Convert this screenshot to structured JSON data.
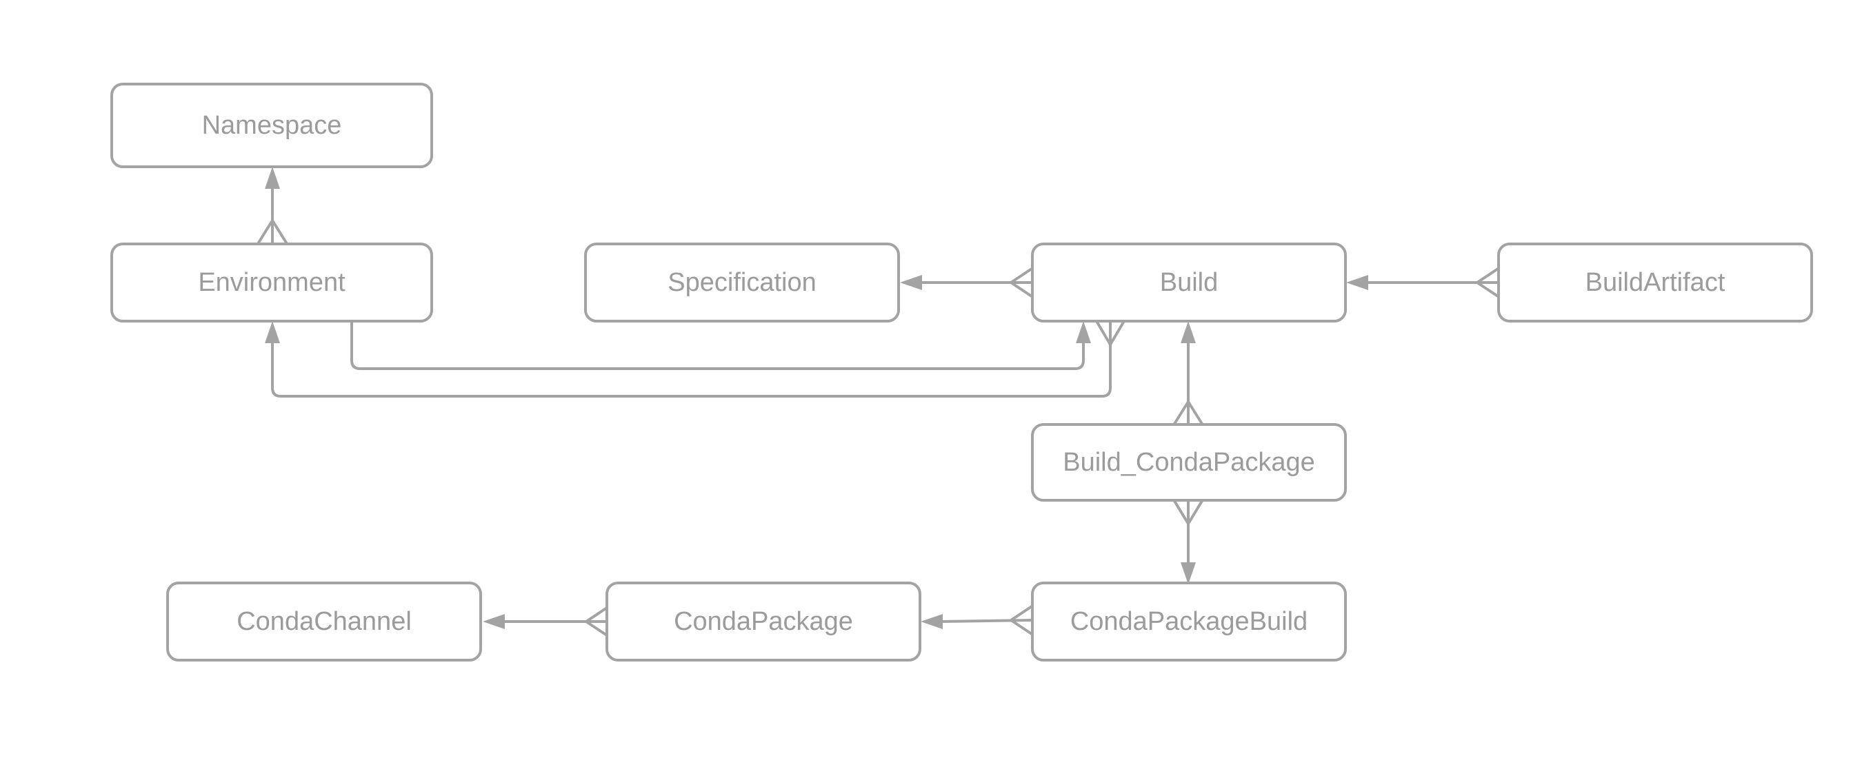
{
  "diagram": {
    "type": "entity-relationship",
    "colors": {
      "stroke": "#a3a3a3",
      "text": "#9b9b9b",
      "background": "#ffffff"
    },
    "entities": [
      {
        "id": "namespace",
        "label": "Namespace"
      },
      {
        "id": "environment",
        "label": "Environment"
      },
      {
        "id": "specification",
        "label": "Specification"
      },
      {
        "id": "build",
        "label": "Build"
      },
      {
        "id": "build_artifact",
        "label": "BuildArtifact"
      },
      {
        "id": "build_conda_package",
        "label": "Build_CondaPackage"
      },
      {
        "id": "conda_channel",
        "label": "CondaChannel"
      },
      {
        "id": "conda_package",
        "label": "CondaPackage"
      },
      {
        "id": "conda_package_build",
        "label": "CondaPackageBuild"
      }
    ],
    "relationships": [
      {
        "from": "environment",
        "to": "namespace",
        "from_end": "many",
        "to_end": "one"
      },
      {
        "from": "build",
        "to": "specification",
        "from_end": "many",
        "to_end": "one"
      },
      {
        "from": "build_artifact",
        "to": "build",
        "from_end": "many",
        "to_end": "one"
      },
      {
        "from": "environment",
        "to": "build",
        "from_end": "none",
        "to_end": "one"
      },
      {
        "from": "build",
        "to": "environment",
        "from_end": "many",
        "to_end": "one"
      },
      {
        "from": "build_conda_package",
        "to": "build",
        "from_end": "many",
        "to_end": "one"
      },
      {
        "from": "build_conda_package",
        "to": "conda_package_build",
        "from_end": "many",
        "to_end": "one"
      },
      {
        "from": "conda_package_build",
        "to": "conda_package",
        "from_end": "many",
        "to_end": "one"
      },
      {
        "from": "conda_package",
        "to": "conda_channel",
        "from_end": "many",
        "to_end": "one"
      }
    ]
  }
}
